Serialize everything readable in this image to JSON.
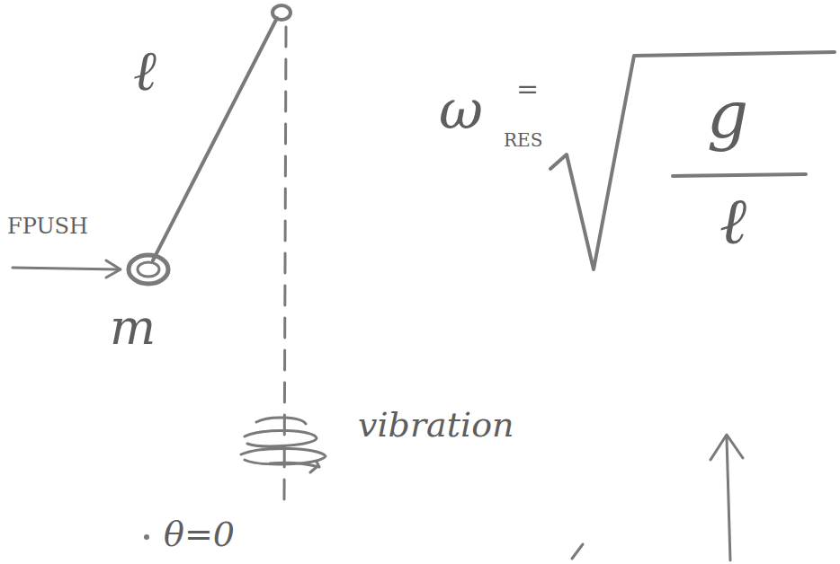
{
  "diagram": {
    "labels": [
      "ℓ",
      "FPUSH",
      "m",
      "ω",
      "RES",
      "=",
      "g",
      "ℓ",
      "vibration",
      "θ=0"
    ]
  }
}
